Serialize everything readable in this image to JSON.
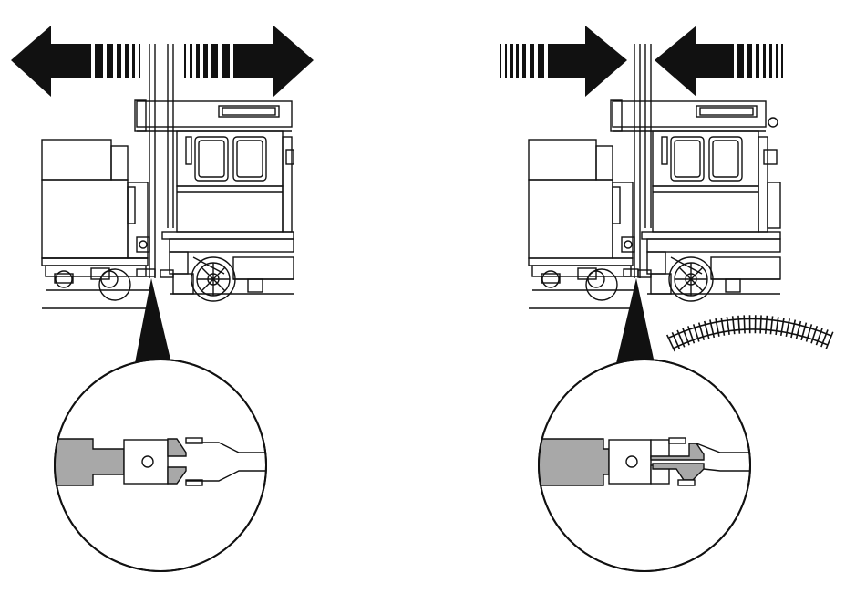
{
  "diagram": {
    "panels": [
      {
        "id": "left",
        "arrow_direction": "outward",
        "coupler_state": "separated"
      },
      {
        "id": "right",
        "arrow_direction": "inward",
        "coupler_state": "coupled",
        "shows_track": true
      }
    ],
    "colors": {
      "ink": "#111111",
      "coupler_gray": "#a8a8a8",
      "background": "#ffffff"
    }
  }
}
